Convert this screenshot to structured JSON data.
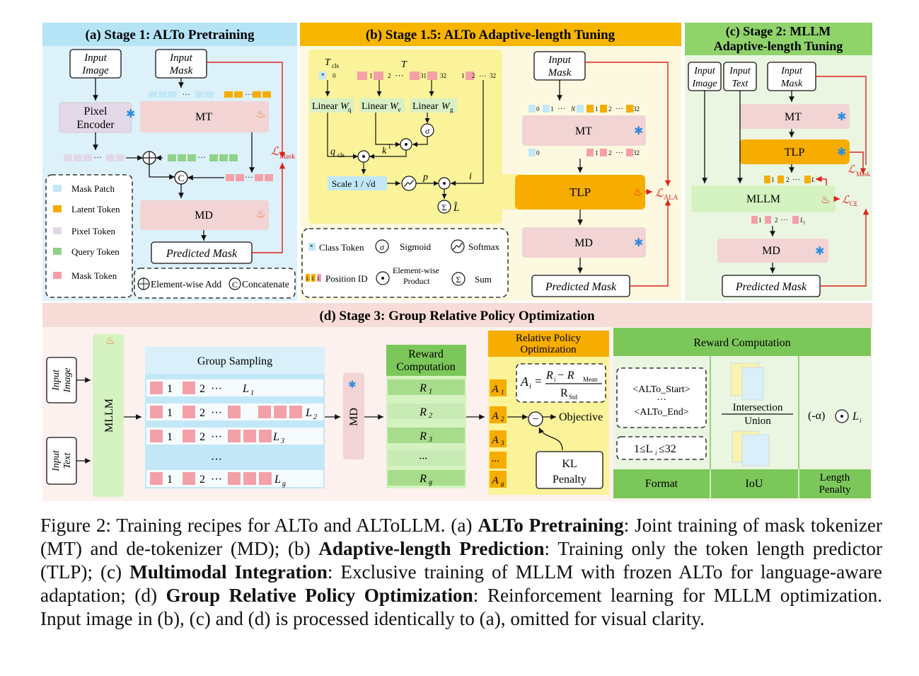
{
  "figure": {
    "stage1": {
      "title": "(a) Stage 1: ALTo Pretraining",
      "input_image": [
        "Input",
        "Image"
      ],
      "input_mask": [
        "Input",
        "Mask"
      ],
      "pixel_encoder": [
        "Pixel",
        "Encoder"
      ],
      "mt": "MT",
      "md": "MD",
      "predicted_mask": "Predicted Mask",
      "loss_main": "ℒ",
      "loss_sub": "Mask",
      "legend": [
        "Mask Patch",
        "Latent Token",
        "Pixel Token",
        "Query Token",
        "Mask Token"
      ],
      "ops_add": "Element-wise Add",
      "ops_concat": "Concatenate",
      "concat_symbol": "C",
      "dots": "···"
    },
    "stage15": {
      "title": "(b) Stage 1.5: ALTo Adaptive-length Tuning",
      "t_cls": "T",
      "t_cls_sub": "cls",
      "t_label": "T",
      "star": "*",
      "zero": "0",
      "tokens_a": [
        "1",
        "2",
        "···",
        "31",
        "32"
      ],
      "tokens_b": [
        "1",
        "2",
        "···",
        "32"
      ],
      "linear_q": "Linear",
      "wq": "W",
      "wq_sub": "q",
      "linear_v": "Linear",
      "wv": "W",
      "wv_sub": "v",
      "linear_g": "Linear",
      "wg": "W",
      "wg_sub": "g",
      "sigma": "σ",
      "q_cls": "q",
      "q_cls_sub": "cls",
      "k_label": "k",
      "k_sup": "T",
      "scale": "Scale 1 / √d",
      "p_label": "p",
      "i_label": "i",
      "l_hat": "L̂",
      "sum_symbol": "Σ",
      "input_mask": [
        "Input",
        "Mask"
      ],
      "mt_tokens": [
        "0",
        "1",
        "···",
        "N",
        "1",
        "2",
        "···",
        "32"
      ],
      "mt": "MT",
      "tokens_after": [
        "0",
        "1",
        "2",
        "···",
        "32"
      ],
      "tlp": "TLP",
      "loss_main": "ℒ",
      "loss_sub": "ALA",
      "md": "MD",
      "predicted_mask": "Predicted Mask",
      "legend_class": "Class Token",
      "legend_sigmoid": "Sigmoid",
      "legend_softmax": "Softmax",
      "legend_pos": "Position ID",
      "legend_prod": [
        "Element-wise",
        "Product"
      ],
      "legend_sum": "Sum",
      "pos_ids": [
        "1",
        "1",
        "1"
      ]
    },
    "stage2": {
      "title_line1": "(c) Stage 2: MLLM",
      "title_line2": "Adaptive-length Tuning",
      "input_image": [
        "Input",
        "Image"
      ],
      "input_text": [
        "Input",
        "Text"
      ],
      "input_mask": [
        "Input",
        "Mask"
      ],
      "mt": "MT",
      "tlp": "TLP",
      "tokens_top": [
        "1",
        "2",
        "···",
        "L"
      ],
      "loss_mask_main": "ℒ",
      "loss_mask_sub": "Mask",
      "mllm": "MLLM",
      "loss_ce_main": "ℒ",
      "loss_ce_sub": "CE",
      "tokens_bottom": [
        "1",
        "2",
        "···",
        "L"
      ],
      "md": "MD",
      "predicted_mask": "Predicted Mask",
      "token_sub": "i"
    },
    "stage3": {
      "title": "(d) Stage 3: Group Relative Policy Optimization",
      "input_image": [
        "Input",
        "Image"
      ],
      "input_text": [
        "Input",
        "Text"
      ],
      "mllm": "MLLM",
      "group_sampling": "Group Sampling",
      "rows": [
        {
          "t1": "1",
          "t2": "2",
          "dots": "···",
          "L": "L",
          "sub": "1"
        },
        {
          "t1": "1",
          "t2": "2",
          "dots": "···",
          "L": "L",
          "sub": "2"
        },
        {
          "t1": "1",
          "t2": "2",
          "dots": "···",
          "L": "L",
          "sub": "3"
        },
        {
          "t1": "",
          "t2": "",
          "dots": "···",
          "L": "",
          "sub": ""
        },
        {
          "t1": "1",
          "t2": "2",
          "dots": "···",
          "L": "L",
          "sub": "g"
        }
      ],
      "md": "MD",
      "reward_comp": [
        "Reward",
        "Computation"
      ],
      "rewards": [
        {
          "main": "R",
          "sub": "1"
        },
        {
          "main": "R",
          "sub": "2"
        },
        {
          "main": "R",
          "sub": "3"
        },
        {
          "main": "···",
          "sub": ""
        },
        {
          "main": "R",
          "sub": "g"
        }
      ],
      "rpo_title": [
        "Relative Policy",
        "Optimization"
      ],
      "advantages": [
        {
          "main": "A",
          "sub": "1"
        },
        {
          "main": "A",
          "sub": "2"
        },
        {
          "main": "A",
          "sub": "3"
        },
        {
          "main": "···",
          "sub": ""
        },
        {
          "main": "A",
          "sub": "g"
        }
      ],
      "formula_lhs": "A",
      "formula_lhs_sub": "i",
      "formula_num": "R",
      "formula_num_sub": "i",
      "formula_minus": " − R",
      "formula_num_sub2": "Mean",
      "formula_den": "R",
      "formula_den_sub": "Std",
      "minus_symbol": "−",
      "objective": "Objective",
      "kl_penalty": [
        "KL",
        "Penalty"
      ],
      "reward_comp_title": "Reward Computation",
      "format_start": "<ALTo_Start>",
      "format_dots": "···",
      "format_end": "<ALTo_End>",
      "format_cond": "1≤L",
      "format_cond_sub": "i",
      "format_cond_tail": "≤32",
      "iou_num": "Intersection",
      "iou_den": "Union",
      "length_penalty_expr": "(-α)",
      "length_penalty_L": "L",
      "length_penalty_sub": "i",
      "col_format": "Format",
      "col_iou": "IoU",
      "col_length": [
        "Length",
        "Penalty"
      ]
    }
  },
  "caption": {
    "prefix": "Figure 2: Training recipes for ALTo and ALToLLM. (a) ",
    "b1": "ALTo Pretraining",
    "t1": ": Joint training of mask tokenizer (MT) and de-tokenizer (MD); (b) ",
    "b2": "Adaptive-length Prediction",
    "t2": ": Training only the token length predictor (TLP); (c) ",
    "b3": "Multimodal Integration",
    "t3": ": Exclusive training of MLLM with frozen ALTo for language-aware adaptation; (d) ",
    "b4": "Group Relative Policy Optimization",
    "t4": ": Reinforcement learning for MLLM optimization. Input image in (b), (c) and (d) is processed identically to (a), omitted for visual clarity."
  },
  "colors": {
    "stage1_bg": "#ddf1fa",
    "stage1_header": "#b5e4f7",
    "stage15_header": "#f7b500",
    "stage15_bg": "#fdf9e0",
    "stage15_yellow": "#fbf39a",
    "stage2_header": "#8fd36a",
    "stage2_bg": "#eaf6e2",
    "stage3_header": "#f7dcd8",
    "stage3_bg": "#fcf1ef",
    "pink_box": "#f2d4d4",
    "mask_token": "#f4a0a8",
    "latent_token": "#f6ad00",
    "pixel_token": "#e3d8e8",
    "query_token": "#8fd38a",
    "mask_patch": "#c2e8f7",
    "orange": "#f6ad00",
    "green": "#8fd36a",
    "red_line": "#e0201a",
    "snowflake": "#2b8ce0"
  }
}
